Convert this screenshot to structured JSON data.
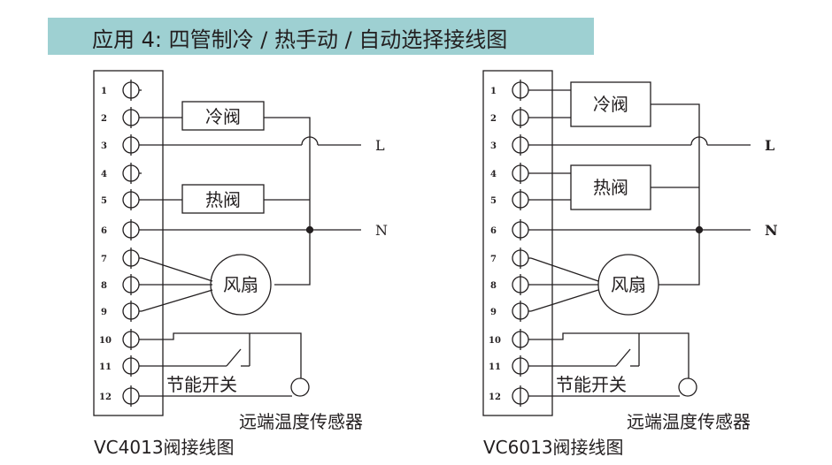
{
  "title": "应用 4: 四管制冷 / 热手动 / 自动选择接线图",
  "diagrams": [
    {
      "caption": "VC4013阀接线图",
      "terminals": [
        "1",
        "2",
        "3",
        "4",
        "5",
        "6",
        "7",
        "8",
        "9",
        "10",
        "11",
        "12"
      ],
      "cold_valve": "冷阀",
      "hot_valve": "热阀",
      "fan": "风扇",
      "switch_label": "节能开关",
      "sensor_label": "远端温度传感器",
      "line_L": "L",
      "line_N": "N"
    },
    {
      "caption": "VC6013阀接线图",
      "terminals": [
        "1",
        "2",
        "3",
        "4",
        "5",
        "6",
        "7",
        "8",
        "9",
        "10",
        "11",
        "12"
      ],
      "cold_valve": "冷阀",
      "hot_valve": "热阀",
      "fan": "风扇",
      "switch_label": "节能开关",
      "sensor_label": "远端温度传感器",
      "line_L": "L",
      "line_N": "N"
    }
  ]
}
